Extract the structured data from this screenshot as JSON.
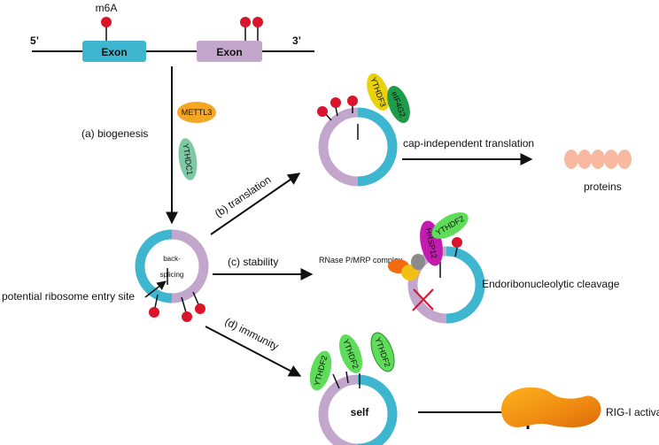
{
  "gene": {
    "mark": "m6A",
    "five_prime": "5’",
    "three_prime": "3’",
    "exon1": "Exon",
    "exon2": "Exon"
  },
  "proteins": {
    "mettl3": "METTL3",
    "ythdc1": "YTHDC1",
    "ythdf3": "YTHDF3",
    "eif4g2": "eIF4G2",
    "ythdf2_stab": "YTHDF2",
    "hrsp12": "HRSP12",
    "ythdf2_a": "YTHDF2",
    "ythdf2_b": "YTHDF2",
    "ythdf2_c": "YTHDF2"
  },
  "steps": {
    "biogenesis": "(a) biogenesis",
    "translation": "(b) translation",
    "stability": "(c) stability",
    "immunity": "(d) immunity"
  },
  "labels": {
    "back": "back-",
    "splicing": "splicing",
    "ires": "potential ribosome entry site",
    "cap_independent": "cap-independent translation",
    "proteins": "proteins",
    "rnase": "RNase P/MRP complex",
    "endo": "Endoribonucleolytic cleavage",
    "self": "self",
    "rigi": "RIG-I activation"
  },
  "colors": {
    "exon_blue": "#3fb6cf",
    "exon_purple": "#c3a6cc",
    "m6a_red": "#d9142b",
    "mettl3": "#f5a623",
    "ythdc1": "#7ec8a4",
    "ythdf3": "#e8d20c",
    "eif4g2": "#1e9c4a",
    "ythdf2": "#5fdc5a",
    "hrsp12": "#c21bb0",
    "protein_salmon": "#f8b9a0",
    "rigi_orange": "#f39a1a"
  }
}
